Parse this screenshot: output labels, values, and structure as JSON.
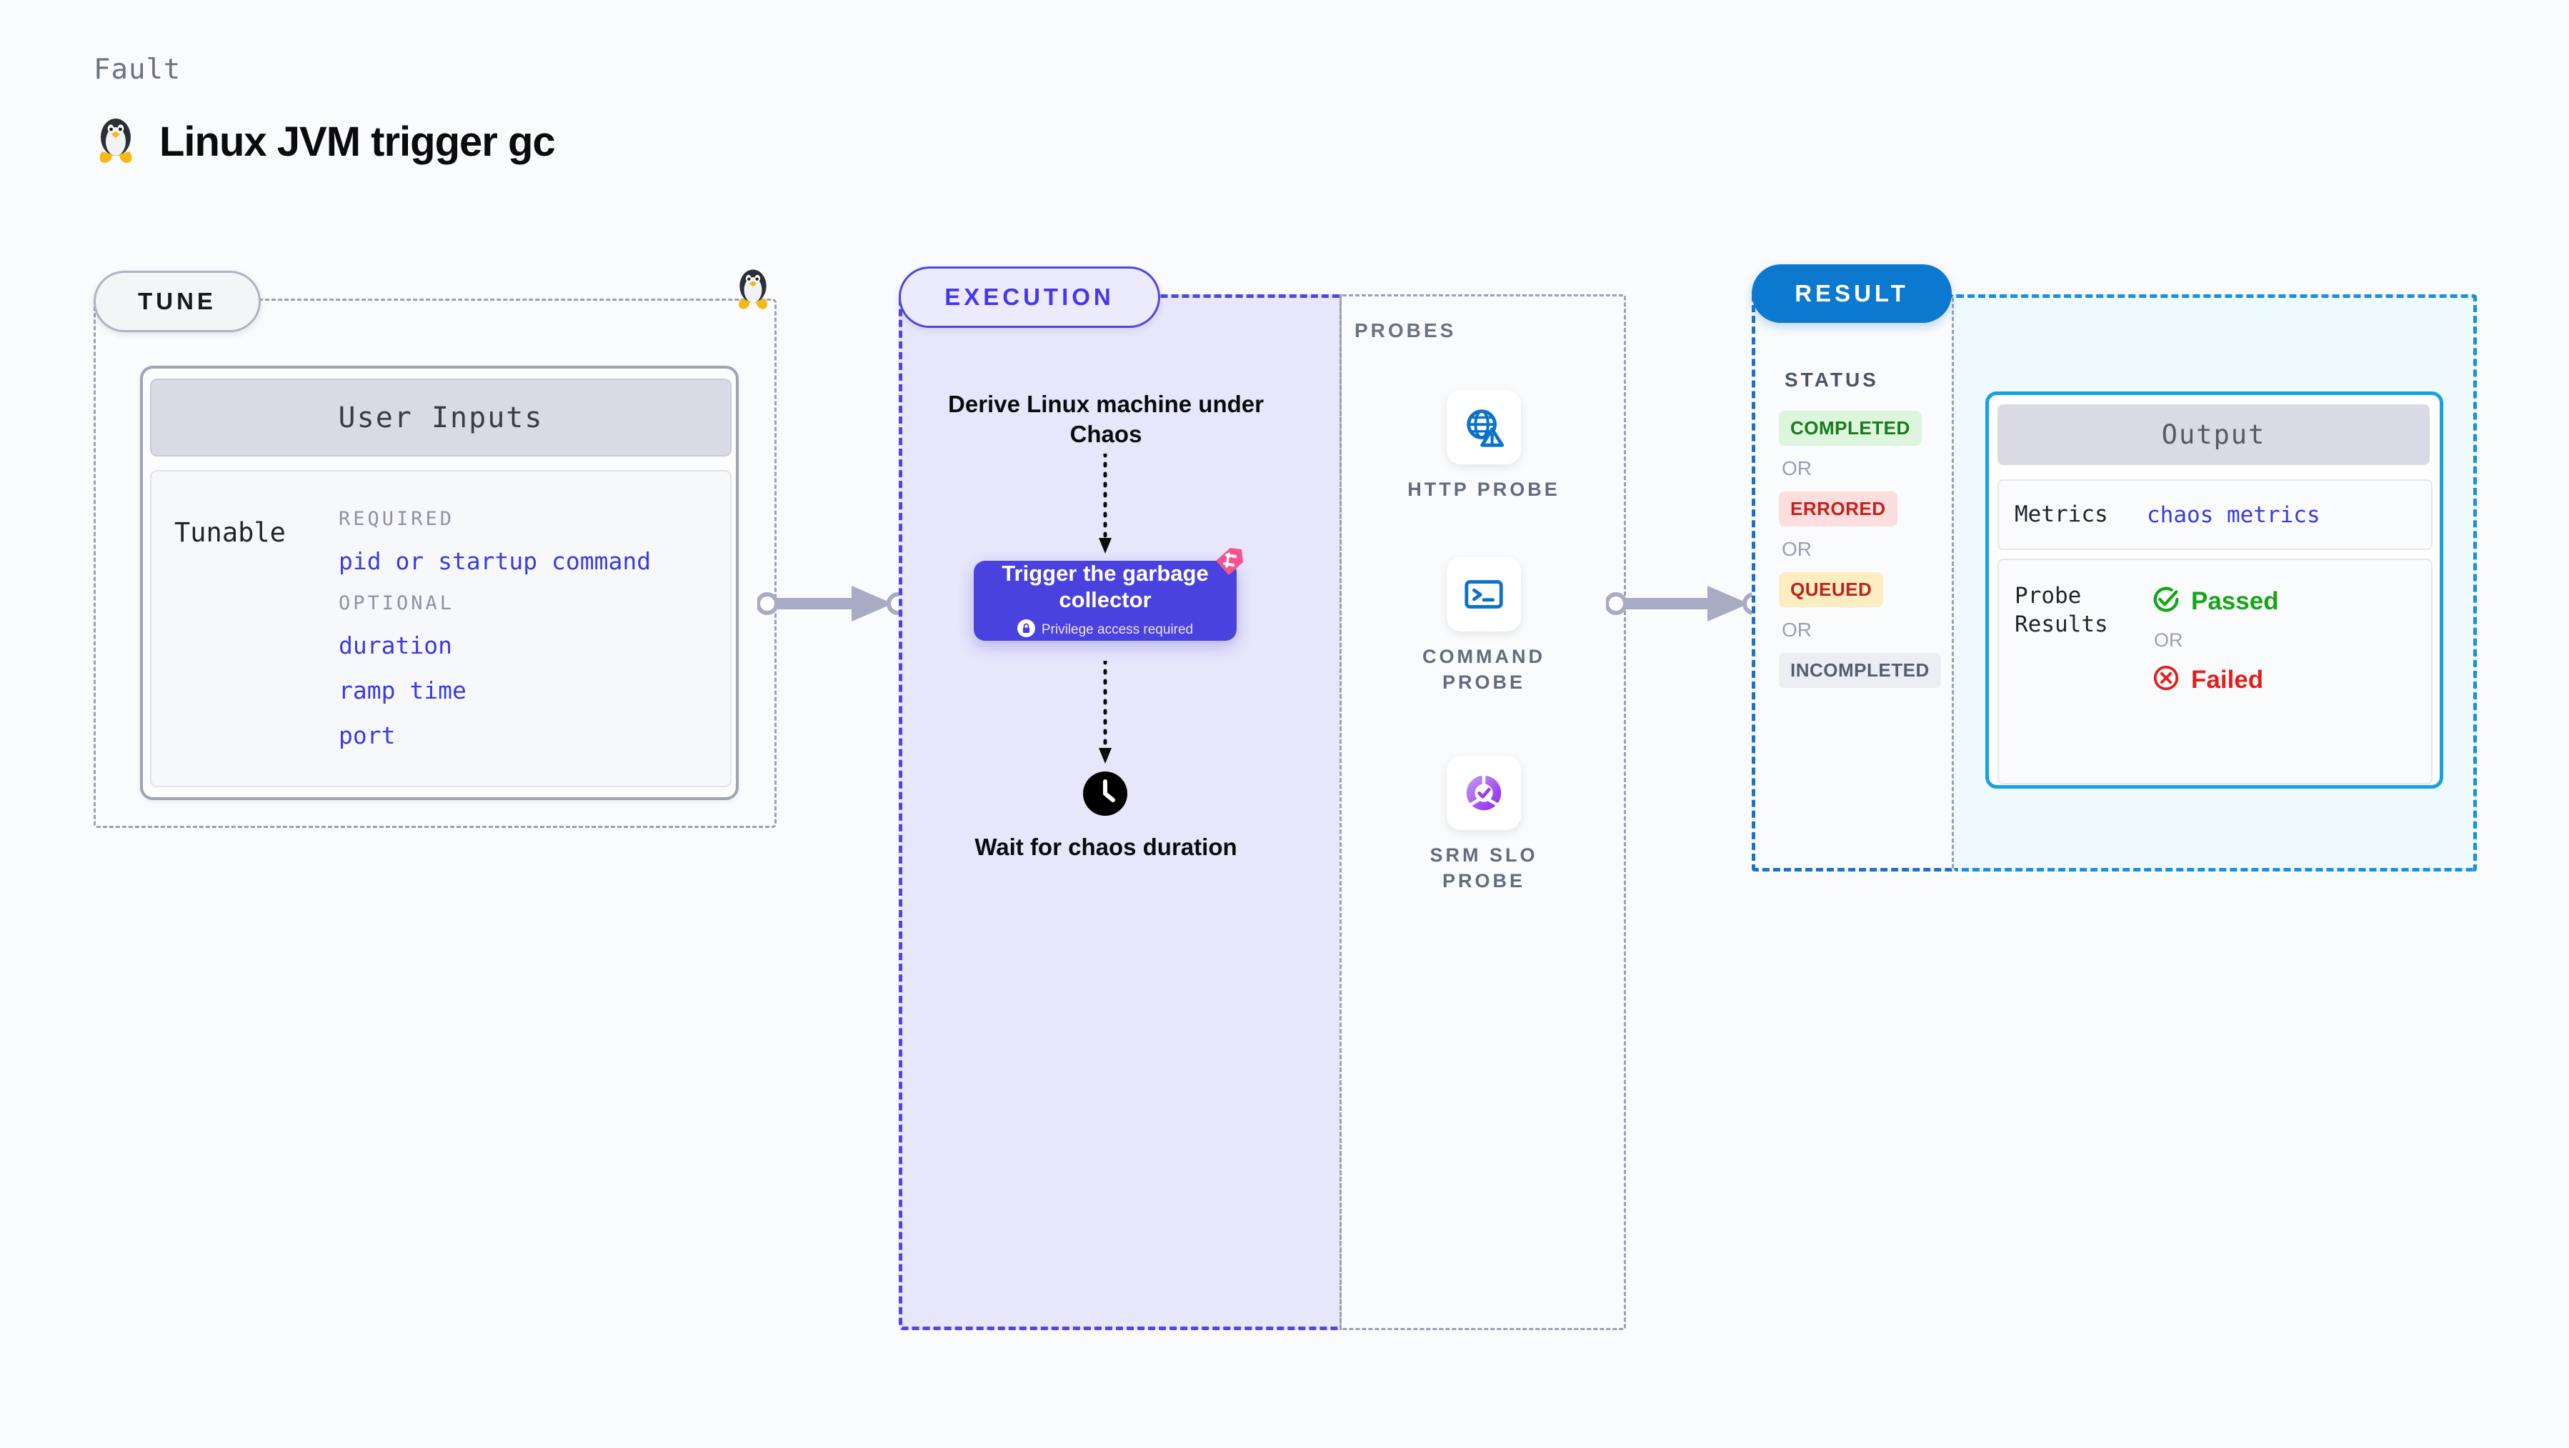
{
  "header": {
    "kicker": "Fault",
    "title": "Linux JVM trigger gc",
    "icon": "linux-penguin-icon"
  },
  "tune": {
    "pill_label": "TUNE",
    "card_header": "User Inputs",
    "tunable_label": "Tunable",
    "groups": [
      {
        "heading": "REQUIRED",
        "items": [
          "pid or startup command"
        ]
      },
      {
        "heading": "OPTIONAL",
        "items": [
          "duration",
          "ramp time",
          "port"
        ]
      }
    ]
  },
  "execution": {
    "pill_label": "EXECUTION",
    "step1": "Derive Linux machine under Chaos",
    "trigger": {
      "title": "Trigger the garbage collector",
      "note": "Privilege access required",
      "note_icon": "lock-icon",
      "badge_icon": "harness-logo-icon"
    },
    "step2": "Wait for chaos duration",
    "step2_icon": "clock-icon"
  },
  "probes": {
    "title": "PROBES",
    "items": [
      {
        "label": "HTTP PROBE",
        "icon": "globe-warning-icon"
      },
      {
        "label": "COMMAND PROBE",
        "icon": "terminal-icon"
      },
      {
        "label": "SRM SLO PROBE",
        "icon": "slo-donut-check-icon"
      }
    ]
  },
  "result": {
    "pill_label": "RESULT",
    "status_title": "STATUS",
    "or_label": "OR",
    "statuses": [
      {
        "label": "COMPLETED",
        "bg": "#dcf5dc",
        "fg": "#1b7a1b"
      },
      {
        "label": "ERRORED",
        "bg": "#fcdede",
        "fg": "#c62020"
      },
      {
        "label": "QUEUED",
        "bg": "#fdeec2",
        "fg": "#b9241e"
      },
      {
        "label": "INCOMPLETED",
        "bg": "#eceef3",
        "fg": "#565d6e"
      }
    ],
    "output": {
      "header": "Output",
      "metrics_key": "Metrics",
      "metrics_value": "chaos metrics",
      "probe_results_key": "Probe Results",
      "passed_label": "Passed",
      "passed_icon": "check-circle-icon",
      "failed_label": "Failed",
      "failed_icon": "x-circle-icon",
      "or_label": "OR"
    }
  },
  "colors": {
    "accent_purple": "#4a42df",
    "accent_blue": "#0b79d0",
    "accent_cyan": "#18a0e4",
    "link_blue": "#3b3bdd",
    "pink": "#f9538f",
    "pass_green": "#16a516",
    "fail_red": "#e0201a"
  }
}
